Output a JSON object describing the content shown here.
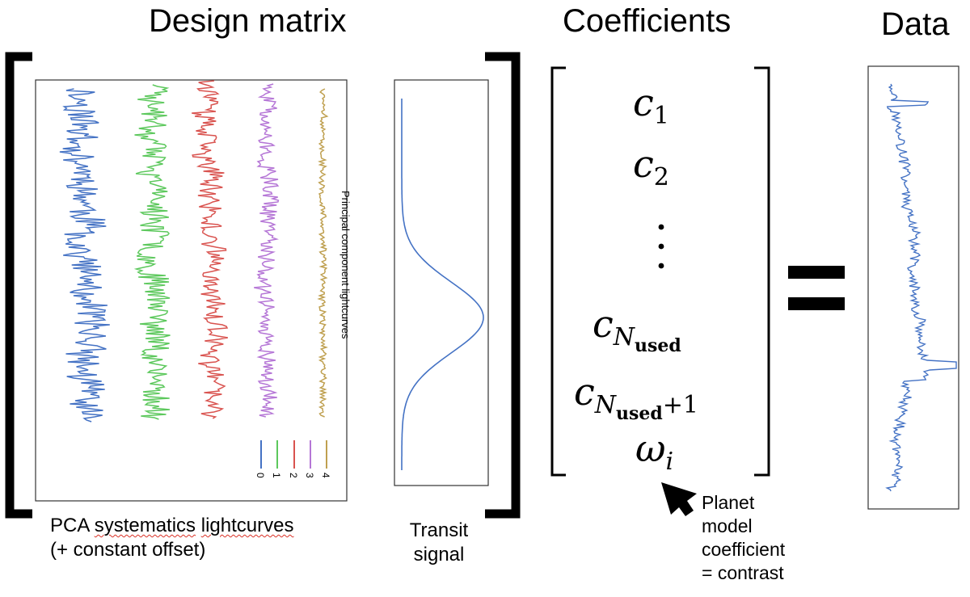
{
  "headings": {
    "design_matrix": "Design matrix",
    "coefficients": "Coefficients",
    "data": "Data"
  },
  "captions": {
    "pca_line1_word1": "PCA",
    "pca_line1_word2": "systematics",
    "pca_line1_word3": "lightcurves",
    "pca_line2": "(+ constant offset)",
    "transit_line1": "Transit",
    "transit_line2": "signal",
    "planet_line1": "Planet",
    "planet_line2": "model",
    "planet_line3": "coefficient",
    "planet_line4": "= contrast"
  },
  "pca_panel": {
    "axis_label": "Principal component lightcurves",
    "legend": [
      {
        "label": "0",
        "color": "#4472c4"
      },
      {
        "label": "1",
        "color": "#5cc85c"
      },
      {
        "label": "2",
        "color": "#d9534f"
      },
      {
        "label": "3",
        "color": "#b576d6"
      },
      {
        "label": "4",
        "color": "#bfa050"
      }
    ]
  },
  "coefficients": {
    "c": "c",
    "sub1": "1",
    "sub2": "2",
    "N": "N",
    "used": "used",
    "plus1": "+1",
    "omega": "ω",
    "i": "i"
  },
  "equals_sign": "=",
  "colors": {
    "curve_blue": "#4472c4",
    "ink": "#000000",
    "frame": "#333333"
  },
  "icons": {
    "pointer": "arrow-pointer-icon"
  }
}
